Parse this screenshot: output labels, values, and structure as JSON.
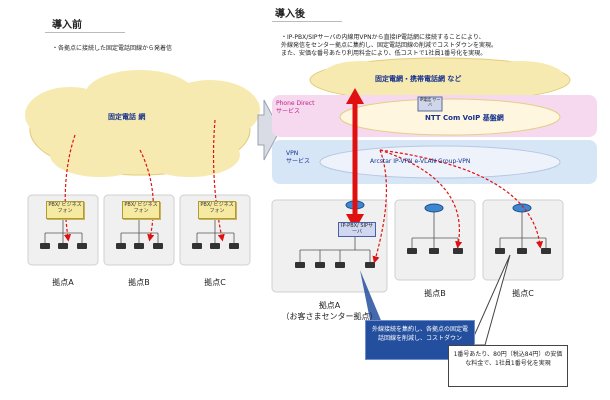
{
  "before": {
    "heading": "導入前",
    "note": "・各拠点に接続した固定電話回線から発着信",
    "cloud_label": "固定電話 網",
    "pbx_label": "PBX/ ビジネスフォン",
    "sites": [
      "拠点A",
      "拠点B",
      "拠点C"
    ]
  },
  "after": {
    "heading": "導入後",
    "note_lines": [
      "・IP-PBX/SIPサーバの内線用VPNから直接IP電話網に接続することにより、",
      "外線発信をセンター拠点に集約し、固定電話回線の削減でコストダウンを実現。",
      "また、安価な番号あたり利用料金により、低コストで1社員1番号化を実現。"
    ],
    "top_cloud_label": "固定電網・携帯電話網 など",
    "phone_direct_label": "Phone Direct\nサービス",
    "ip_phone_server": "IP電話 サーバ",
    "ntt_label": "NTT Com VoIP 基盤網",
    "vpn_label": "VPN\nサービス",
    "arcstar_label": "Arcstar IP-VPN  e-VLAN  Group-VPN",
    "ippbx_label": "IP-PBX/ SIPサーバ",
    "site_a_label": "拠点A\n（お客さまセンター拠点）",
    "site_b_label": "拠点B",
    "site_c_label": "拠点C",
    "callout_1": "外線接続を集約し、各拠点の固定電話回線を削減し、コストダウン",
    "callout_2": "1番号あたり、80円（税込84円）の安価な料金で、1社員1番号化を実現"
  },
  "colors": {
    "cloud": "#f7eab0",
    "phone_direct_band": "#f6d9ee",
    "vpn_band": "#d6e6f7",
    "red_arrow": "#e01010",
    "callout": "#234f9e"
  }
}
